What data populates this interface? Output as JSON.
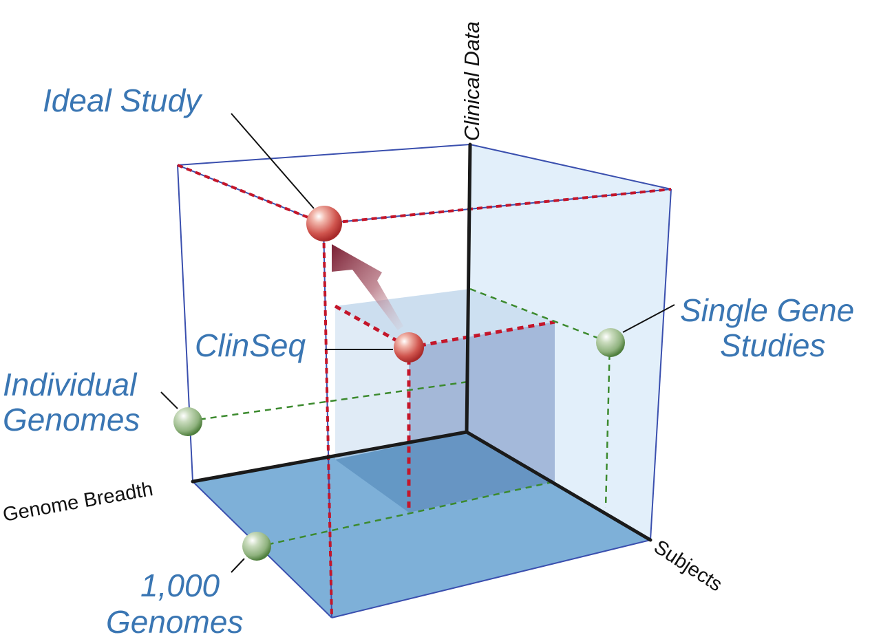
{
  "title": "",
  "axes": {
    "vertical": "Clinical Data",
    "left": "Genome Breadth",
    "right": "Subjects"
  },
  "studies": [
    {
      "id": "ideal",
      "lines": [
        "Ideal Study"
      ],
      "type": "red"
    },
    {
      "id": "clinseq",
      "lines": [
        "ClinSeq"
      ],
      "type": "red"
    },
    {
      "id": "individual",
      "lines": [
        "Individual",
        "Genomes"
      ],
      "type": "green"
    },
    {
      "id": "single",
      "lines": [
        "Single Gene",
        "Studies"
      ],
      "type": "green"
    },
    {
      "id": "thousand",
      "lines": [
        "1,000",
        "Genomes"
      ],
      "type": "green"
    }
  ],
  "colors": {
    "label_blue": "#3a76b3",
    "cube_edge": "#3a4fae",
    "floor": "#7eb0d8",
    "wall": "#e2effa",
    "red_dash": "#c4162a",
    "green_dash": "#3c8a2e",
    "arrow": "#7a1f33",
    "red_sphere": "#d0554e",
    "green_sphere": "#8fb27e"
  },
  "icons": {
    "red_point": "sphere",
    "green_point": "sphere",
    "progress_arrow": "arrow"
  }
}
